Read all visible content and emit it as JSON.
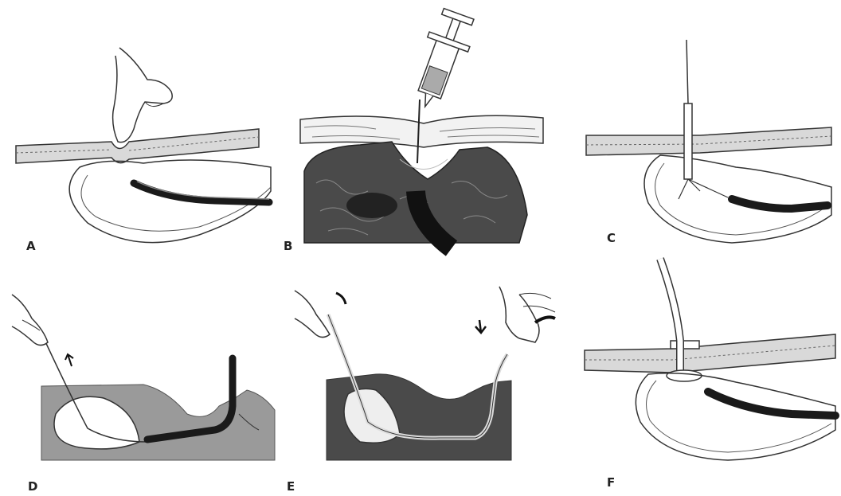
{
  "panels": [
    {
      "id": "A",
      "label": "A"
    },
    {
      "id": "B",
      "label": "B"
    },
    {
      "id": "C",
      "label": "C"
    },
    {
      "id": "D",
      "label": "D"
    },
    {
      "id": "E",
      "label": "E"
    },
    {
      "id": "F",
      "label": "F"
    }
  ],
  "colors": {
    "line": "#333333",
    "tissue_fill": "#d9d9d9",
    "scope": "#1a1a1a",
    "gray_fill": "#9a9a9a",
    "dark_tissue": "#4a4a4a",
    "cavity": "#ffffff"
  }
}
